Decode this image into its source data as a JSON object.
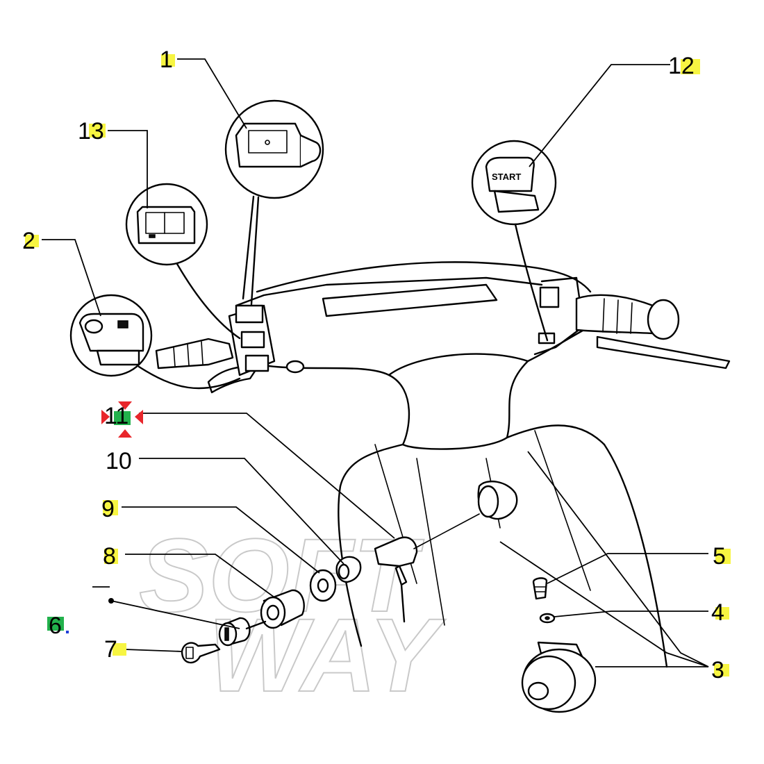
{
  "diagram": {
    "callouts": [
      "1",
      "2",
      "3",
      "4",
      "5",
      "6",
      "7",
      "8",
      "9",
      "10",
      "11",
      "12",
      "13"
    ],
    "start_label": "START",
    "watermark_top": "SOFT",
    "watermark_bottom": "WAY",
    "colors": {
      "label_highlight": "#f7f542",
      "green_marker": "#22b14c",
      "red_marker": "#e8262b",
      "blue_dot": "#1f3fd8"
    }
  }
}
